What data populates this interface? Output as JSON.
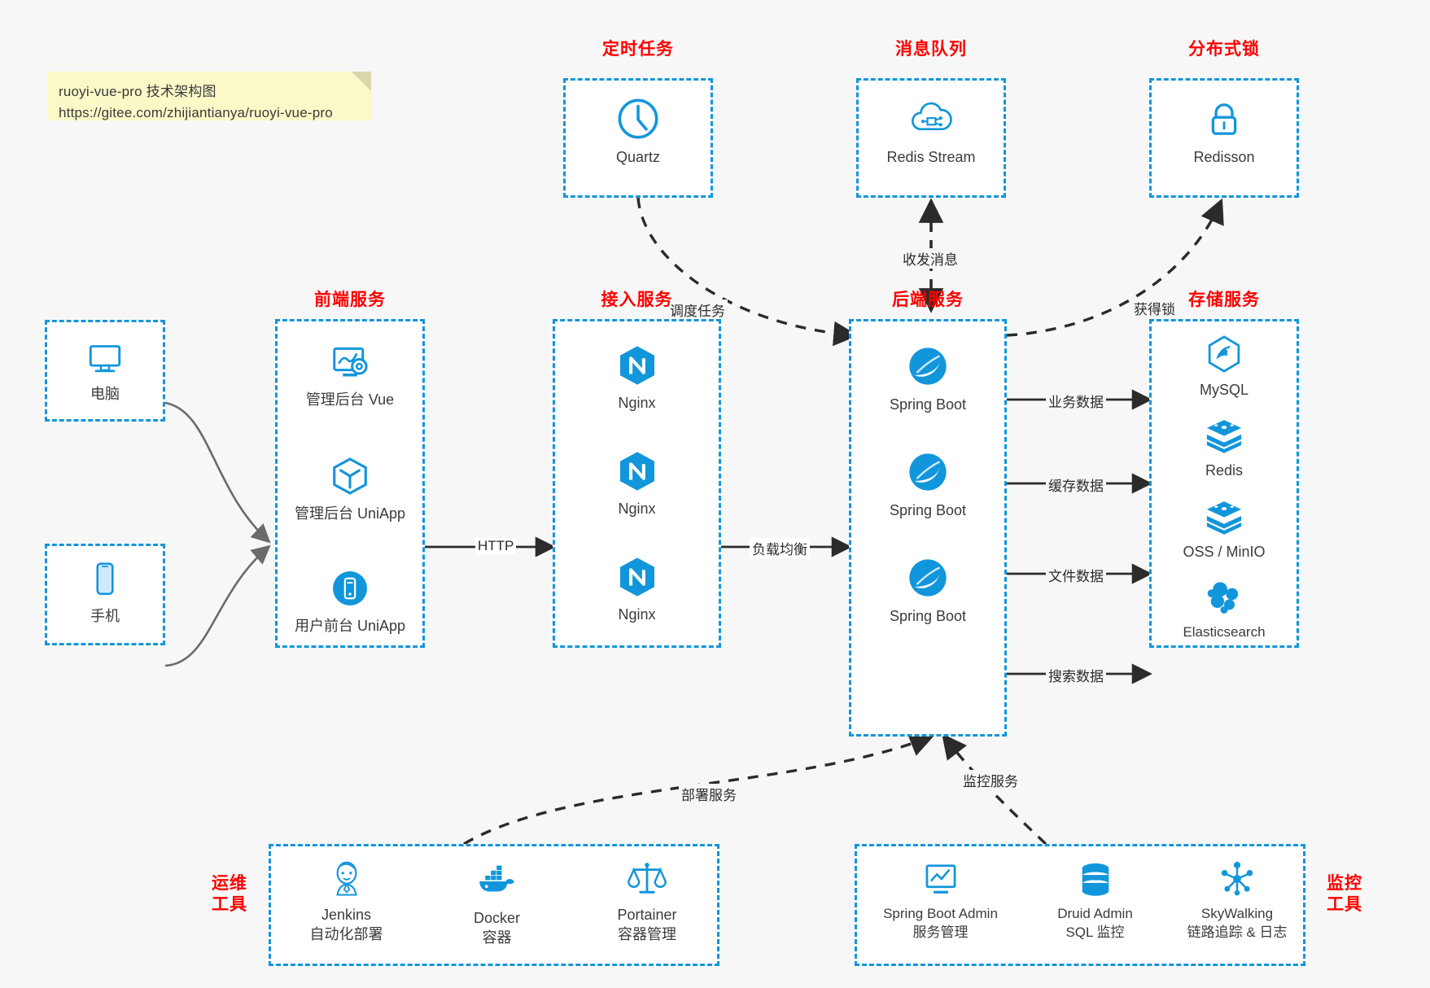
{
  "note": {
    "line1": "ruoyi-vue-pro 技术架构图",
    "line2": "https://gitee.com/zhijiantianya/ruoyi-vue-pro"
  },
  "colors": {
    "accent": "#1296db",
    "title_red": "#ff0000",
    "background": "#f7f7f7",
    "box_fill": "#ffffff",
    "text": "#3b3b3b",
    "arrow": "#2b2b2b",
    "gray_arrow": "#6b6b6b"
  },
  "groups": {
    "scheduler": {
      "title": "定时任务",
      "items": [
        {
          "label": "Quartz",
          "icon": "clock-icon"
        }
      ]
    },
    "mq": {
      "title": "消息队列",
      "items": [
        {
          "label": "Redis Stream",
          "icon": "cloud-stream-icon"
        }
      ]
    },
    "lock": {
      "title": "分布式锁",
      "items": [
        {
          "label": "Redisson",
          "icon": "lock-icon"
        }
      ]
    },
    "devices": {
      "items": [
        {
          "label": "电脑",
          "icon": "desktop-icon"
        },
        {
          "label": "手机",
          "icon": "phone-icon"
        }
      ]
    },
    "frontend": {
      "title": "前端服务",
      "items": [
        {
          "label": "管理后台 Vue",
          "icon": "dashboard-gear-icon"
        },
        {
          "label": "管理后台 UniApp",
          "icon": "cube-icon"
        },
        {
          "label": "用户前台 UniApp",
          "icon": "mobile-app-icon"
        }
      ]
    },
    "gateway": {
      "title": "接入服务",
      "items": [
        {
          "label": "Nginx",
          "icon": "nginx-icon"
        },
        {
          "label": "Nginx",
          "icon": "nginx-icon"
        },
        {
          "label": "Nginx",
          "icon": "nginx-icon"
        }
      ]
    },
    "backend": {
      "title": "后端服务",
      "items": [
        {
          "label": "Spring Boot",
          "icon": "spring-boot-icon"
        },
        {
          "label": "Spring Boot",
          "icon": "spring-boot-icon"
        },
        {
          "label": "Spring Boot",
          "icon": "spring-boot-icon"
        }
      ]
    },
    "storage": {
      "title": "存储服务",
      "items": [
        {
          "label": "MySQL",
          "icon": "mysql-icon"
        },
        {
          "label": "Redis",
          "icon": "redis-icon"
        },
        {
          "label": "OSS / MinIO",
          "icon": "oss-minio-icon"
        },
        {
          "label": "Elasticsearch",
          "icon": "elasticsearch-icon"
        }
      ]
    },
    "devops": {
      "title_line1": "运维",
      "title_line2": "工具",
      "items": [
        {
          "name": "Jenkins",
          "desc": "自动化部署",
          "icon": "jenkins-icon"
        },
        {
          "name": "Docker",
          "desc": "容器",
          "icon": "docker-icon"
        },
        {
          "name": "Portainer",
          "desc": "容器管理",
          "icon": "scales-icon"
        }
      ]
    },
    "monitor": {
      "title_line1": "监控",
      "title_line2": "工具",
      "items": [
        {
          "name": "Spring Boot Admin",
          "desc": "服务管理",
          "icon": "monitor-chart-icon"
        },
        {
          "name": "Druid Admin",
          "desc": "SQL 监控",
          "icon": "database-icon"
        },
        {
          "name": "SkyWalking",
          "desc": "链路追踪 & 日志",
          "icon": "skywalking-icon"
        }
      ]
    }
  },
  "edges": [
    {
      "id": "http",
      "label": "HTTP",
      "from": "frontend",
      "to": "gateway"
    },
    {
      "id": "loadbalance",
      "label": "负载均衡",
      "from": "gateway",
      "to": "backend"
    },
    {
      "id": "schedule",
      "label": "调度任务",
      "from": "scheduler",
      "to": "backend"
    },
    {
      "id": "message",
      "label": "收发消息",
      "from": "mq",
      "to": "backend"
    },
    {
      "id": "acquire-lock",
      "label": "获得锁",
      "from": "backend",
      "to": "lock"
    },
    {
      "id": "business-data",
      "label": "业务数据",
      "from": "backend",
      "to": "storage"
    },
    {
      "id": "cache-data",
      "label": "缓存数据",
      "from": "backend",
      "to": "storage"
    },
    {
      "id": "file-data",
      "label": "文件数据",
      "from": "backend",
      "to": "storage"
    },
    {
      "id": "search-data",
      "label": "搜索数据",
      "from": "backend",
      "to": "storage"
    },
    {
      "id": "deploy-service",
      "label": "部署服务",
      "from": "devops",
      "to": "backend"
    },
    {
      "id": "monitor-service",
      "label": "监控服务",
      "from": "monitor",
      "to": "backend"
    }
  ]
}
